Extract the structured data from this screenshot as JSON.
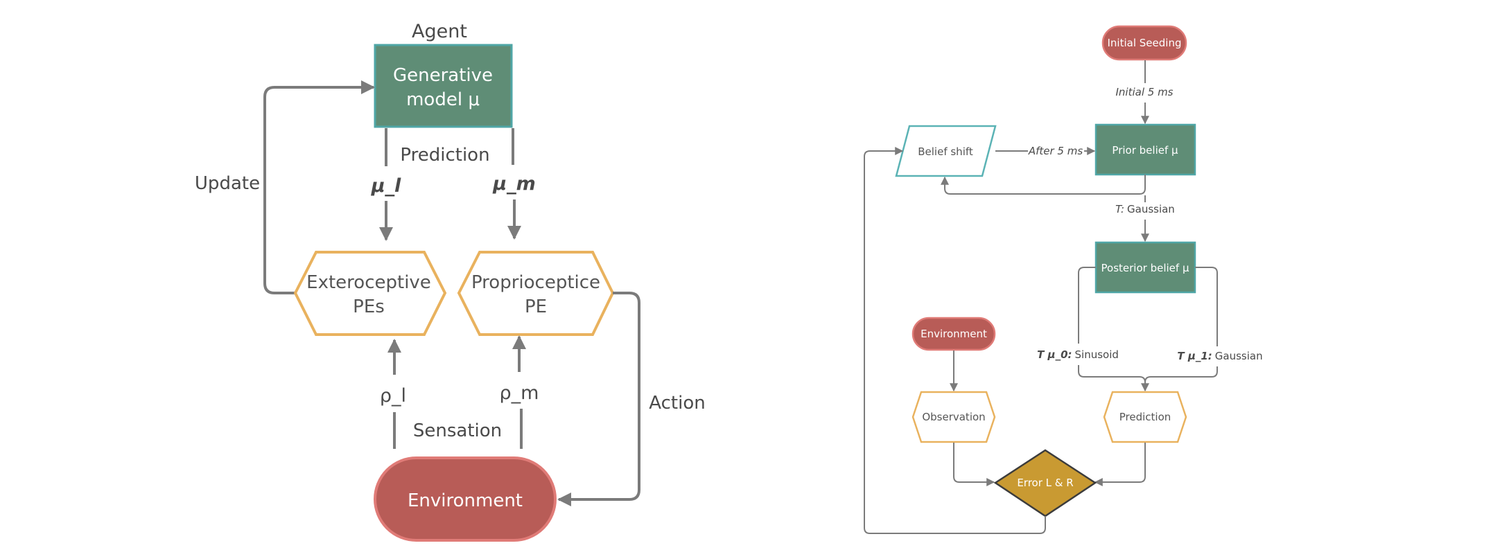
{
  "left": {
    "agent_label": "Agent",
    "generative_model": {
      "line1": "Generative",
      "line2": "model μ"
    },
    "prediction_label": "Prediction",
    "mu_l": "μ_l",
    "mu_m": "μ_m",
    "update_label": "Update",
    "extero": {
      "line1": "Exteroceptive",
      "line2": "PEs"
    },
    "proprio": {
      "line1": "Proprioceptice",
      "line2": "PE"
    },
    "rho_l": "ρ_l",
    "rho_m": "ρ_m",
    "sensation_label": "Sensation",
    "action_label": "Action",
    "environment": "Environment"
  },
  "right": {
    "initial_seeding": "Initial Seeding",
    "initial_5ms": "Initial 5 ms",
    "prior_belief": "Prior belief μ",
    "belief_shift": "Belief shift",
    "after_5ms": "After 5 ms",
    "t_label": "T:",
    "t_value": "Gaussian",
    "posterior_belief": "Posterior belief μ",
    "t_mu0_label": "T μ_0:",
    "t_mu0_value": "Sinusoid",
    "t_mu1_label": "T μ_1:",
    "t_mu1_value": "Gaussian",
    "environment": "Environment",
    "observation": "Observation",
    "prediction": "Prediction",
    "error": "Error L & R"
  },
  "colors": {
    "green": "#5f8d76",
    "green_border": "#4fa6a6",
    "red": "#b85c57",
    "red_border": "#e07b77",
    "orange_border": "#e9b25e",
    "gold": "#c99a32",
    "teal": "#5bb3b5",
    "edge": "#7b7b7b",
    "text": "#4a4a4a"
  }
}
